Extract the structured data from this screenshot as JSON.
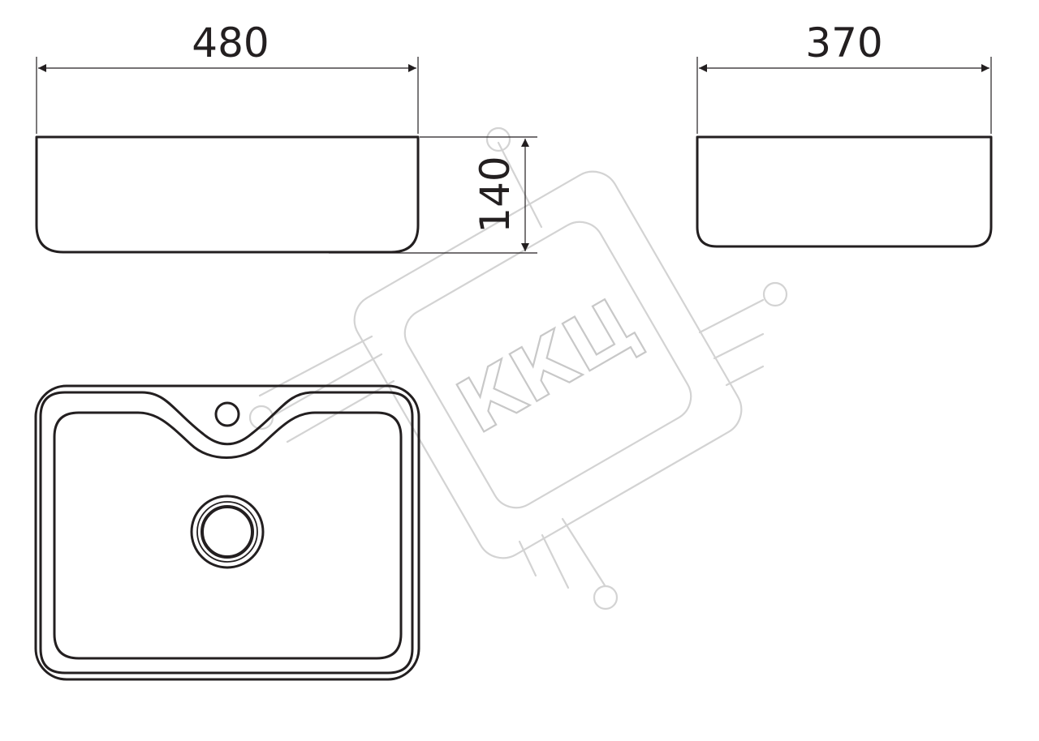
{
  "dimensions": {
    "width": "480",
    "depth": "370",
    "height": "140"
  },
  "watermark": {
    "text": "ККЦ"
  },
  "colors": {
    "line": "#231f20",
    "watermark": "#d3d3d3",
    "background": "#ffffff"
  }
}
